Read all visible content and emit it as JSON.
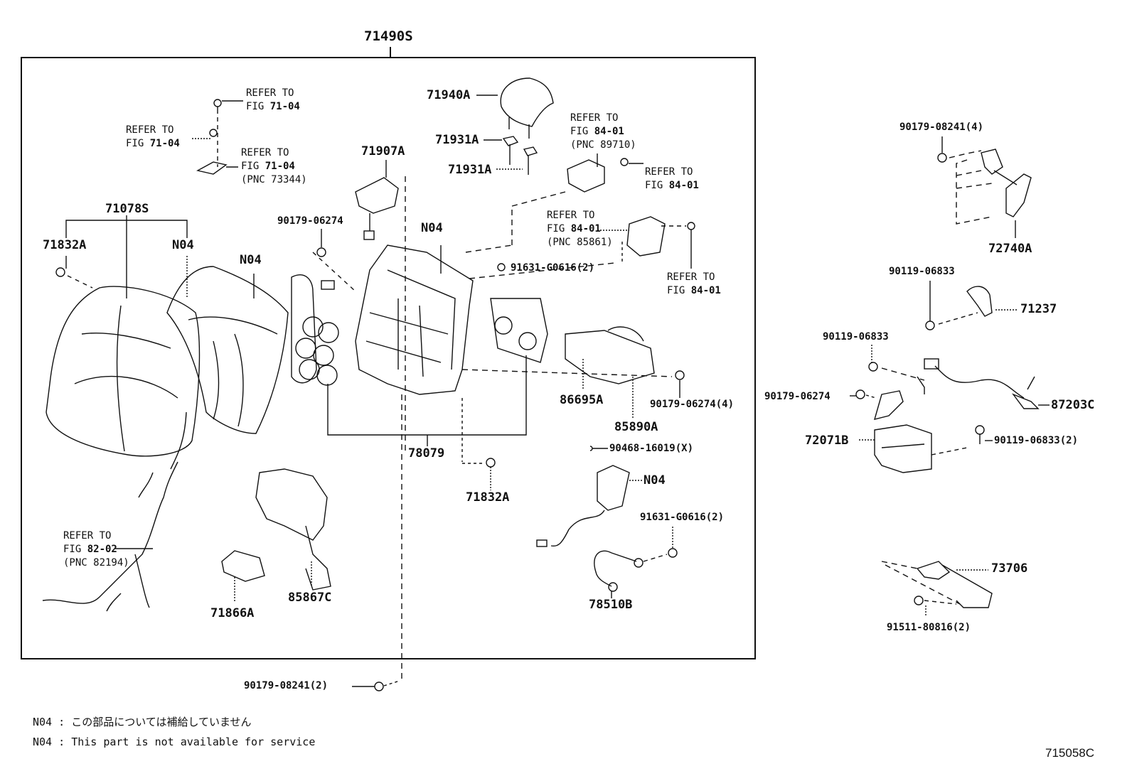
{
  "diagram": {
    "assembly_label": "71490S",
    "figure_number": "715058C",
    "labels": {
      "p71078S": "71078S",
      "p71832A_top": "71832A",
      "n04_a": "N04",
      "n04_b": "N04",
      "n04_c": "N04",
      "n04_d": "N04",
      "p71907A": "71907A",
      "p71940A": "71940A",
      "p71931A_1": "71931A",
      "p71931A_2": "71931A",
      "p90179_06274": "90179-06274",
      "p91631_G0616_a": "91631-G0616(2)",
      "p86695A": "86695A",
      "p85890A": "85890A",
      "p90179_06274_4": "90179-06274(4)",
      "p90468_16019": "90468-16019(X)",
      "p78079": "78079",
      "p71832A_bottom": "71832A",
      "p91631_G0616_b": "91631-G0616(2)",
      "p78510B": "78510B",
      "p71866A": "71866A",
      "p85867C": "85867C",
      "p90179_08241_2": "90179-08241(2)",
      "p90179_08241_4": "90179-08241(4)",
      "p72740A": "72740A",
      "p90119_06833_a": "90119-06833",
      "p71237": "71237",
      "p90119_06833_b": "90119-06833",
      "p90179_06274_r": "90179-06274",
      "p87203C": "87203C",
      "p72071B": "72071B",
      "p90119_06833_2": "90119-06833(2)",
      "p73706": "73706",
      "p91511_80816": "91511-80816(2)"
    },
    "references": [
      {
        "line1": "REFER TO",
        "fig_prefix": "FIG ",
        "fig": "71-04",
        "pnc": ""
      },
      {
        "line1": "REFER TO",
        "fig_prefix": "FIG ",
        "fig": "71-04",
        "pnc": ""
      },
      {
        "line1": "REFER TO",
        "fig_prefix": "FIG ",
        "fig": "71-04",
        "pnc": "(PNC 73344)"
      },
      {
        "line1": "REFER TO",
        "fig_prefix": "FIG ",
        "fig": "84-01",
        "pnc": "(PNC 89710)"
      },
      {
        "line1": "REFER TO",
        "fig_prefix": "FIG ",
        "fig": "84-01",
        "pnc": ""
      },
      {
        "line1": "REFER TO",
        "fig_prefix": "FIG ",
        "fig": "84-01",
        "pnc": "(PNC 85861)"
      },
      {
        "line1": "REFER TO",
        "fig_prefix": "FIG ",
        "fig": "84-01",
        "pnc": ""
      },
      {
        "line1": "REFER TO",
        "fig_prefix": "FIG ",
        "fig": "82-02",
        "pnc": "(PNC 82194)"
      }
    ],
    "notes": [
      {
        "code": "N04",
        "sep": ":",
        "text": "この部品については補給していません"
      },
      {
        "code": "N04",
        "sep": ":",
        "text": "This part is not available for service"
      }
    ]
  }
}
